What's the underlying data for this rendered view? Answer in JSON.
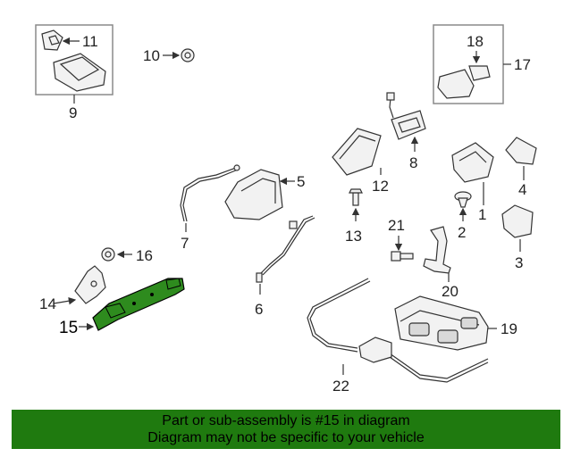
{
  "callouts": {
    "c1": "1",
    "c2": "2",
    "c3": "3",
    "c4": "4",
    "c5": "5",
    "c6": "6",
    "c7": "7",
    "c8": "8",
    "c9": "9",
    "c10": "10",
    "c11": "11",
    "c12": "12",
    "c13": "13",
    "c14": "14",
    "c15": "15",
    "c16": "16",
    "c17": "17",
    "c18": "18",
    "c19": "19",
    "c20": "20",
    "c21": "21",
    "c22": "22"
  },
  "highlight": {
    "part": "15",
    "color": "#2e8b1e"
  },
  "footer": {
    "line1": "Part or sub-assembly is #15 in diagram",
    "line2": "Diagram may not be specific to your vehicle",
    "background": "#1f7a0f"
  }
}
